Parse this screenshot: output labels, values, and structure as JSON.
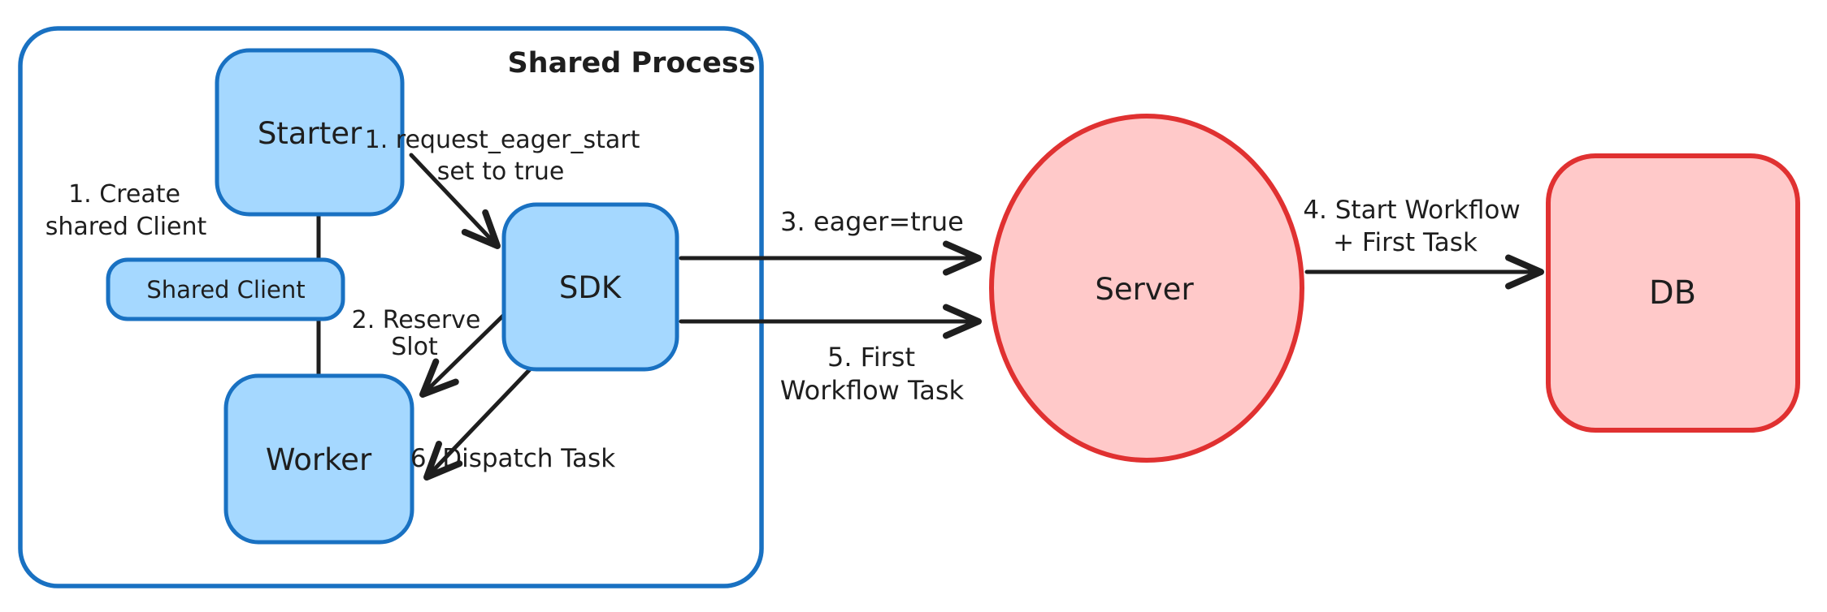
{
  "diagram": {
    "container_label": "Shared Process",
    "nodes": {
      "starter": "Starter",
      "shared_client": "Shared Client",
      "worker": "Worker",
      "sdk": "SDK",
      "server": "Server",
      "db": "DB"
    },
    "annotations": {
      "create_shared_client_line1": "1. Create",
      "create_shared_client_line2": "shared Client",
      "request_eager_start_line1": "1. request_eager_start",
      "request_eager_start_line2": "set to true",
      "reserve_slot_line1": "2. Reserve",
      "reserve_slot_line2": "Slot",
      "eager_true": "3. eager=true",
      "start_workflow_line1": "4. Start Workflow",
      "start_workflow_line2": "+ First Task",
      "first_workflow_task_line1": "5. First",
      "first_workflow_task_line2": "Workflow Task",
      "dispatch_task": "6. Dispatch Task"
    },
    "colors": {
      "blue_stroke": "#1971c2",
      "blue_fill": "#a5d8ff",
      "blue_label": "#1c7ed6",
      "red_stroke": "#e03131",
      "red_fill": "#ffc9c9",
      "ink": "#1e1e1e",
      "background": "#ffffff"
    }
  }
}
